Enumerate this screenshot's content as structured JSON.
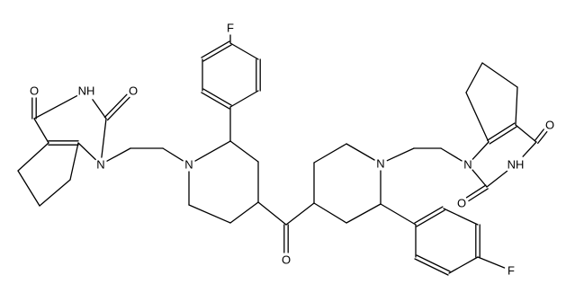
{
  "diagram": {
    "type": "chemical-structure",
    "atom_labels": {
      "F_top": "F",
      "F_bottom": "F",
      "N_pip_left": "N",
      "N_pip_right": "N",
      "O_carbonyl": "O",
      "L_NH": "NH",
      "L_N1": "N",
      "L_O_upper": "O",
      "L_O_c2": "O",
      "R_NH": "NH",
      "R_N1": "N",
      "R_O_upper": "O",
      "R_O_c2": "O"
    }
  }
}
